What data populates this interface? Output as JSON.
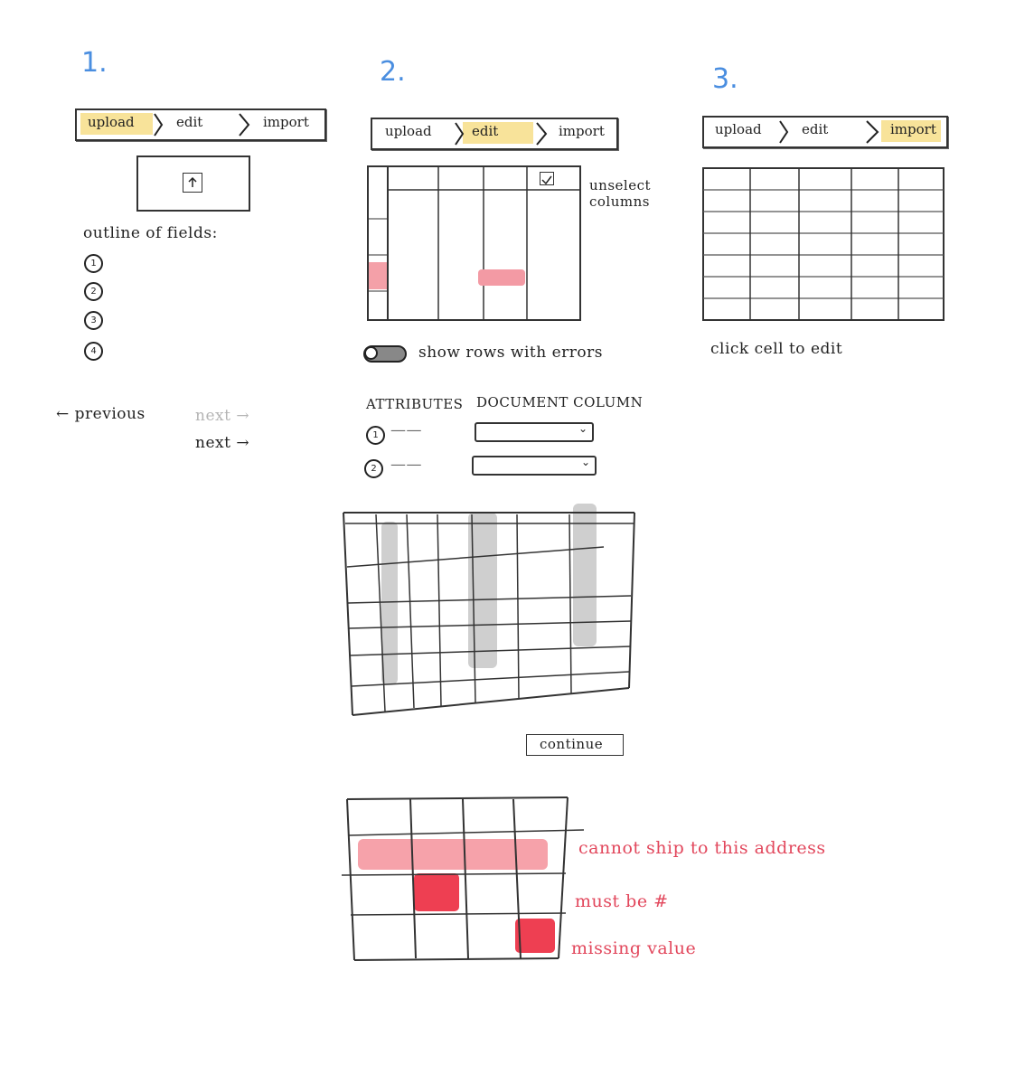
{
  "steps": {
    "step1": {
      "number": "1."
    },
    "step2": {
      "number": "2."
    },
    "step3": {
      "number": "3."
    }
  },
  "stepper": {
    "upload": "upload",
    "edit": "edit",
    "import": "import"
  },
  "screen1": {
    "upload_icon": "upload-arrow-icon",
    "outline_label": "outline of fields:",
    "fields": [
      "1",
      "2",
      "3",
      "4"
    ],
    "previous_label": "← previous",
    "next_disabled_label": "next →",
    "next_label": "next →"
  },
  "screen2": {
    "unselect_columns": [
      "unselect",
      "columns"
    ],
    "toggle_label": "show rows with errors",
    "attributes_header": "ATTRIBUTES",
    "document_column_header": "DOCUMENT COLUMN",
    "attribute_rows": [
      {
        "index": "1",
        "line": "——"
      },
      {
        "index": "2",
        "line": "——"
      }
    ],
    "continue_label": "continue"
  },
  "screen3": {
    "hint": "click cell to edit"
  },
  "errors": {
    "address": "cannot ship to this address",
    "number": "must be #",
    "missing": "missing value"
  },
  "colors": {
    "step_number": "#4a8ee0",
    "active_highlight": "#f8e39a",
    "error_red": "#e2475c",
    "error_fill": "#f4a0a8",
    "column_shade": "#cfcfcf"
  }
}
